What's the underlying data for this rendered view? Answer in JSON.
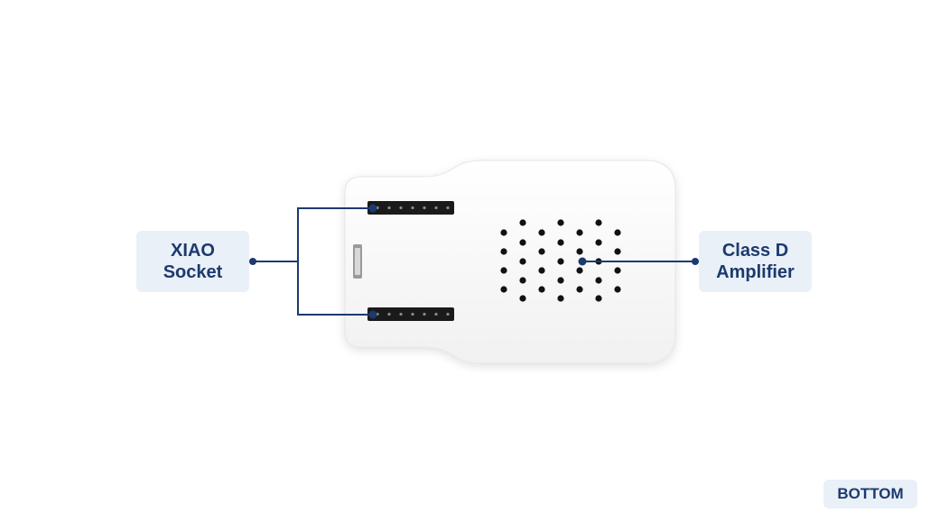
{
  "labels": {
    "xiao_line1": "XIAO",
    "xiao_line2": "Socket",
    "classd_line1": "Class D",
    "classd_line2": "Amplifier",
    "view": "BOTTOM"
  },
  "colors": {
    "accent": "#1c3a6e",
    "label_bg": "#eaf0f8",
    "device_body": "#ffffff",
    "header_pins": "#1a1a1a"
  },
  "icons": [
    "usb-port-icon",
    "speaker-grille-icon",
    "pin-header-icon"
  ]
}
